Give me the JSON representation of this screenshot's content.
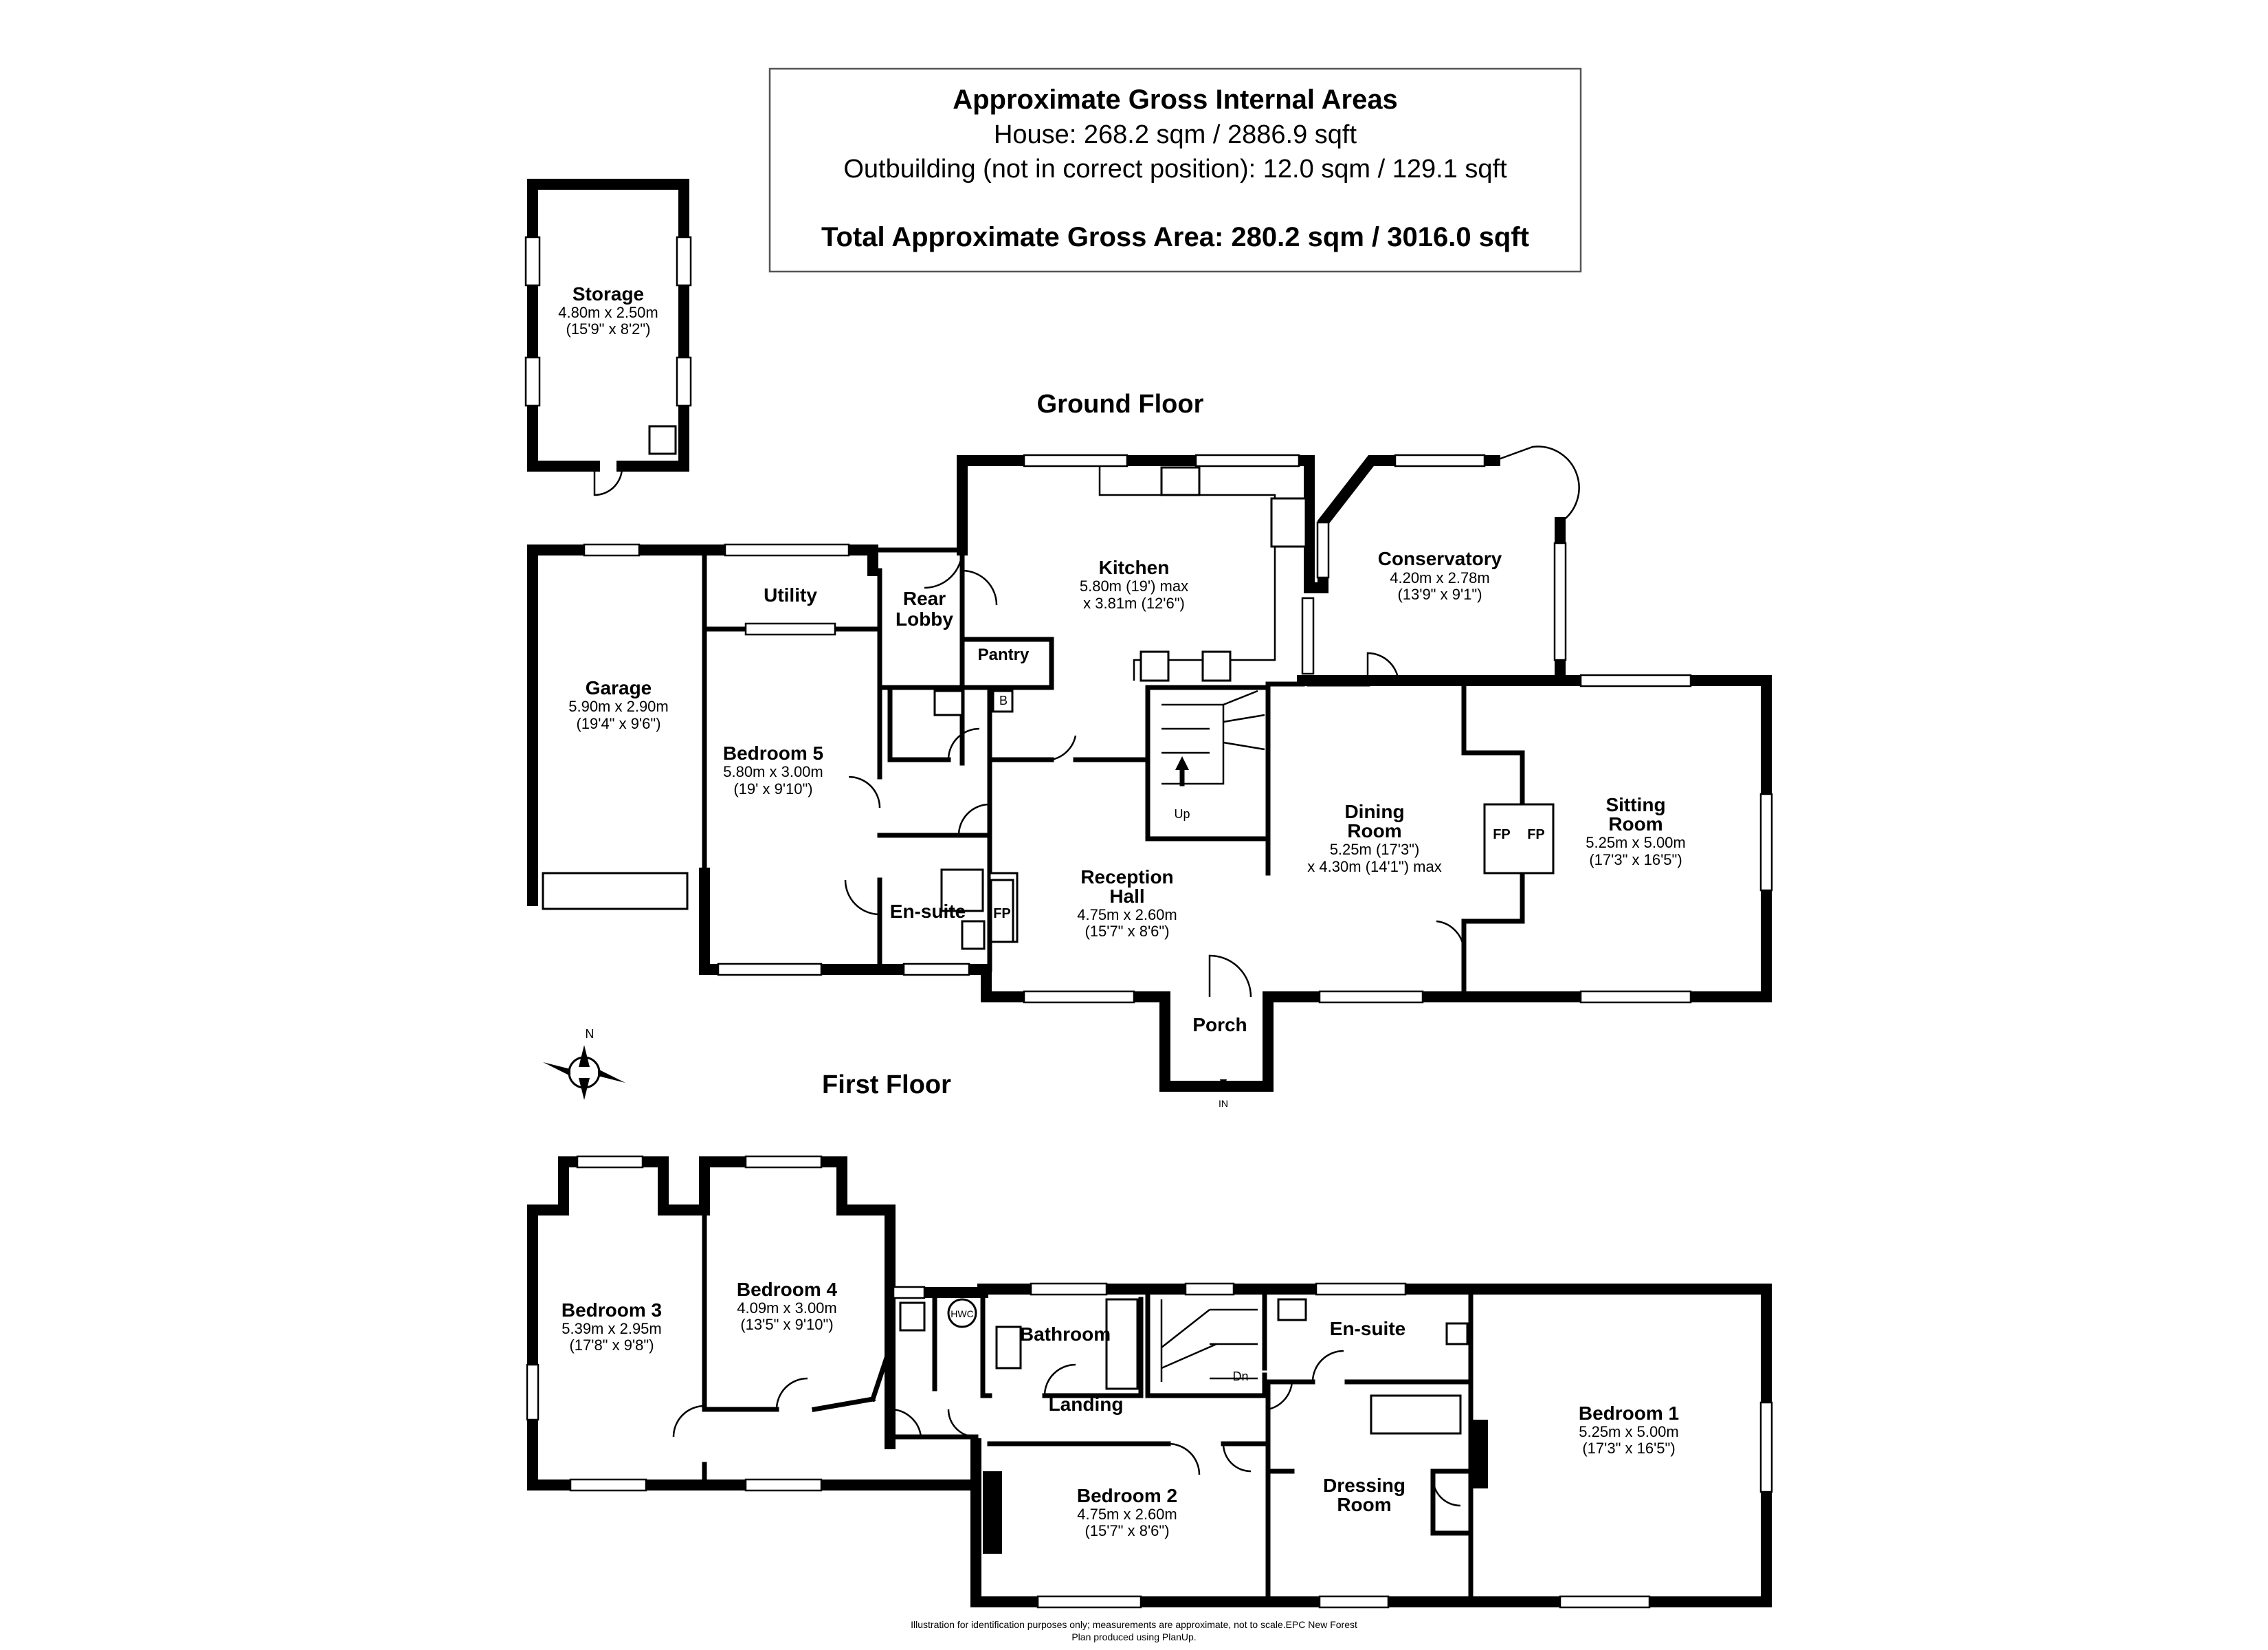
{
  "areas": {
    "title": "Approximate Gross Internal Areas",
    "house": "House: 268.2 sqm / 2886.9 sqft",
    "outbuilding": "Outbuilding (not in correct position): 12.0 sqm / 129.1 sqft",
    "total": "Total Approximate Gross Area: 280.2 sqm / 3016.0 sqft"
  },
  "floors": {
    "ground": "Ground Floor",
    "first": "First Floor"
  },
  "rooms": {
    "storage": {
      "name": "Storage",
      "dim_m": "4.80m x 2.50m",
      "dim_ft": "(15'9\" x 8'2\")"
    },
    "garage": {
      "name": "Garage",
      "dim_m": "5.90m x 2.90m",
      "dim_ft": "(19'4\" x 9'6\")"
    },
    "utility": {
      "name": "Utility"
    },
    "rear_lobby": {
      "name1": "Rear",
      "name2": "Lobby"
    },
    "kitchen": {
      "name": "Kitchen",
      "dim_m": "5.80m (19') max",
      "dim_ft": "x 3.81m (12'6\")"
    },
    "pantry": {
      "name": "Pantry"
    },
    "conservatory": {
      "name": "Conservatory",
      "dim_m": "4.20m x 2.78m",
      "dim_ft": "(13'9\" x 9'1\")"
    },
    "bedroom5": {
      "name": "Bedroom 5",
      "dim_m": "5.80m x 3.00m",
      "dim_ft": "(19' x 9'10\")"
    },
    "ensuite_ground": {
      "name": "En-suite"
    },
    "reception_hall": {
      "name1": "Reception",
      "name2": "Hall",
      "dim_m": "4.75m x 2.60m",
      "dim_ft": "(15'7\" x 8'6\")"
    },
    "dining_room": {
      "name1": "Dining",
      "name2": "Room",
      "dim_m": "5.25m (17'3\")",
      "dim_ft": "x 4.30m (14'1\") max"
    },
    "sitting_room": {
      "name1": "Sitting",
      "name2": "Room",
      "dim_m": "5.25m x 5.00m",
      "dim_ft": "(17'3\" x 16'5\")"
    },
    "porch": {
      "name": "Porch"
    },
    "bedroom3": {
      "name": "Bedroom 3",
      "dim_m": "5.39m x 2.95m",
      "dim_ft": "(17'8\" x 9'8\")"
    },
    "bedroom4": {
      "name": "Bedroom 4",
      "dim_m": "4.09m x 3.00m",
      "dim_ft": "(13'5\" x 9'10\")"
    },
    "bathroom": {
      "name": "Bathroom"
    },
    "ensuite_first": {
      "name": "En-suite"
    },
    "landing": {
      "name": "Landing"
    },
    "bedroom1": {
      "name": "Bedroom 1",
      "dim_m": "5.25m x 5.00m",
      "dim_ft": "(17'3\" x 16'5\")"
    },
    "bedroom2": {
      "name": "Bedroom 2",
      "dim_m": "4.75m x 2.60m",
      "dim_ft": "(15'7\" x 8'6\")"
    },
    "dressing_room": {
      "name1": "Dressing",
      "name2": "Room"
    }
  },
  "labels": {
    "fp": "FP",
    "up": "Up",
    "dn": "Dn",
    "b": "B",
    "hwc": "HWC",
    "in": "IN",
    "north": "N"
  },
  "footer": {
    "line1": "Illustration for identification purposes only; measurements are approximate, not to scale.EPC New Forest",
    "line2": "Plan produced using PlanUp."
  }
}
